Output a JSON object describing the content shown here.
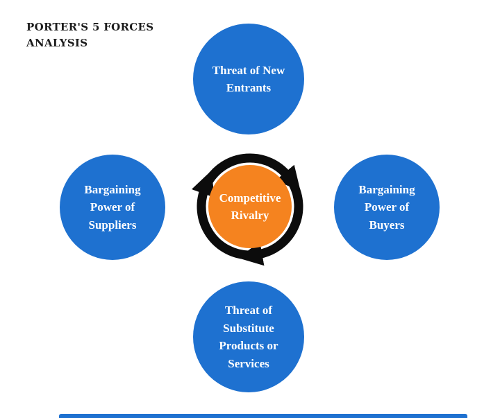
{
  "title": {
    "line1": "PORTER'S 5 FORCES",
    "line2": "ANALYSIS"
  },
  "diagram": {
    "center": {
      "label": "Competitive Rivalry"
    },
    "nodes": [
      {
        "id": "top",
        "label": "Threat of New Entrants"
      },
      {
        "id": "right",
        "label": "Bargaining Power of Buyers"
      },
      {
        "id": "bottom",
        "label": "Threat of Substitute Products or Services"
      },
      {
        "id": "left",
        "label": "Bargaining Power of Suppliers"
      }
    ],
    "cycle_arrow_direction": "clockwise"
  },
  "colors": {
    "node_blue": "#1e71d0",
    "center_orange": "#f5831f",
    "arrow_black": "#0c0c0c",
    "label_white": "#ffffff",
    "title_text": "#1c1c1c",
    "background": "#ffffff"
  }
}
